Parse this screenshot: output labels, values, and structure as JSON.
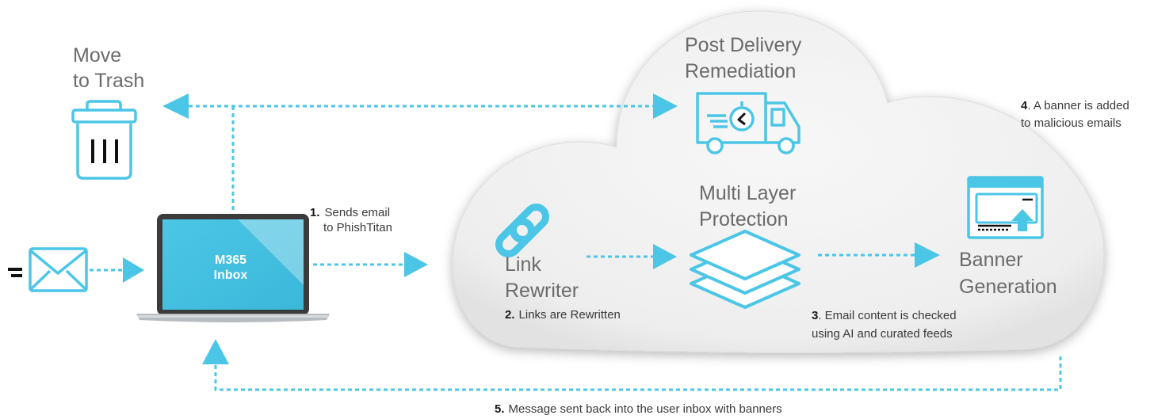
{
  "labels": {
    "trash_line1": "Move",
    "trash_line2": "to Trash",
    "pdr_line1": "Post Delivery",
    "pdr_line2": "Remediation",
    "mlp_line1": "Multi Layer",
    "mlp_line2": "Protection",
    "link_line1": "Link",
    "link_line2": "Rewriter",
    "banner_line1": "Banner",
    "banner_line2": "Generation",
    "laptop_line1": "M365",
    "laptop_line2": "Inbox"
  },
  "steps": {
    "s1_num": "1.",
    "s1_line1": "Sends email",
    "s1_line2": "to PhishTitan",
    "s2_num": "2.",
    "s2_text": "Links are Rewritten",
    "s3_num": "3",
    "s3_line1": ". Email content is checked",
    "s3_line2": "using AI and curated feeds",
    "s4_num": "4",
    "s4_line1": ". A banner is added",
    "s4_line2": "to malicious emails",
    "s5_num": "5.",
    "s5_text": "Message sent back into the user inbox with banners"
  },
  "colors": {
    "accent": "#4cc6e6",
    "cloud_fill": "#f2f2f2",
    "label_grey": "#6b6b6b",
    "text_dark": "#1a1a1a"
  },
  "icons": [
    "envelope-icon",
    "laptop-icon",
    "trash-icon",
    "delivery-truck-icon",
    "chain-link-icon",
    "layers-icon",
    "browser-banner-icon"
  ]
}
